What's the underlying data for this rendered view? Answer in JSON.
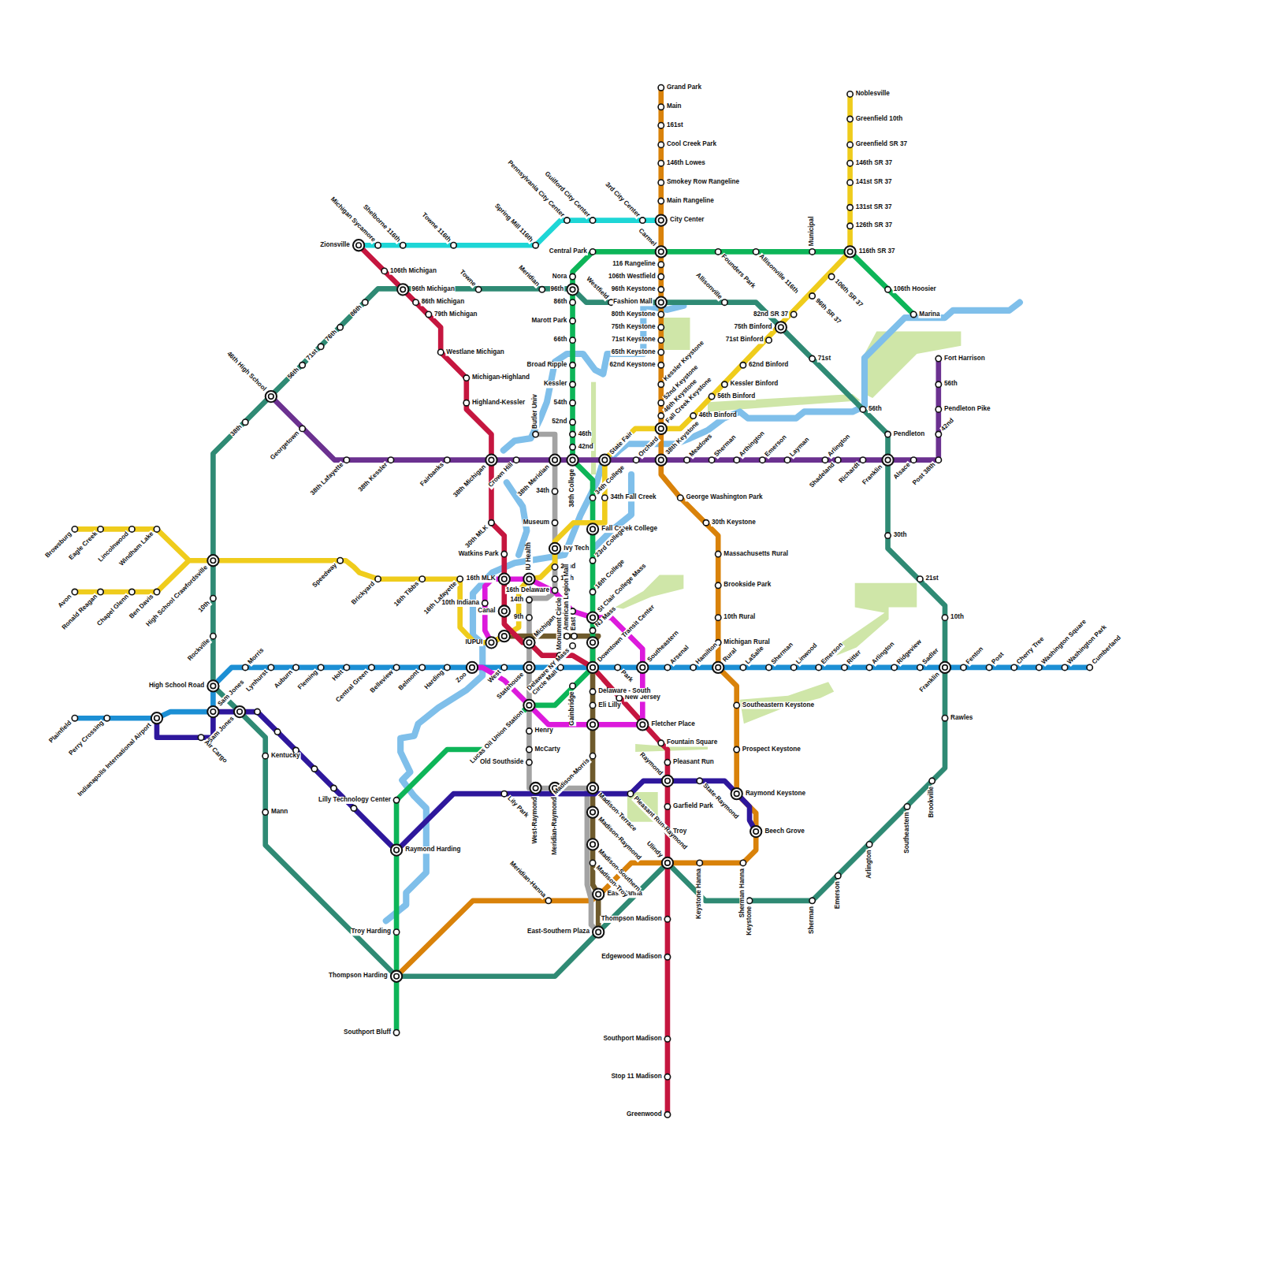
{
  "diagram": {
    "labels": [
      "Grand Park",
      "Main",
      "161st",
      "Cool Creek Park",
      "146th Lowes",
      "Smokey Row Rangeline",
      "Main Rangeline",
      "City Center",
      "Carmel",
      "116 Rangeline",
      "106th Westfield",
      "96th Keystone",
      "Fashion Mall",
      "80th Keystone",
      "75th Keystone",
      "71st Keystone",
      "65th Keystone",
      "62nd Keystone",
      "Kessler Keystone",
      "52nd Keystone",
      "46th Keystone",
      "Fall Creek Keystone",
      "38th Keystone",
      "George Washington Park",
      "30th Keystone",
      "Massachusetts Rural",
      "Brookside Park",
      "10th Rural",
      "Michigan Rural",
      "Rural",
      "Southeastern Keystone",
      "Prospect Keystone",
      "Raymond Keystone",
      "Beech Grove",
      "Sherman Hanna",
      "Keystone Hanna",
      "Ulindy",
      "East Hanna",
      "Meridian-Hanna",
      "Zionsville",
      "Michigan Sycamore",
      "Shelborne 116th",
      "Towne 116th",
      "Spring Mill 116th",
      "Pennsylvania City Center",
      "Guilford City Center",
      "3rd City Center",
      "Central Park",
      "Founders Park",
      "Allisonville 116th",
      "Municipal",
      "116th SR 37",
      "106th Hoosier",
      "Marina",
      "Nora",
      "96th",
      "86th",
      "Marott Park",
      "66th",
      "Broad Ripple",
      "Kessler",
      "54th",
      "52nd",
      "46th",
      "42nd",
      "38th College",
      "34th College",
      "Fall Creek College",
      "23rd College",
      "16th College",
      "St Clair College Mass",
      "NJ Mass",
      "Downtown Transit Center",
      "Lucas Oil Union Station",
      "Lilly Technology Center",
      "Raymond Harding",
      "Troy Harding",
      "Thompson Harding",
      "Southport Bluff",
      "Noblesville",
      "Greenfield 10th",
      "Greenfield SR 37",
      "146th SR 37",
      "141st SR 37",
      "131st SR 37",
      "126th SR 37",
      "106th SR 37",
      "96th SR 37",
      "82nd SR 37",
      "75th Binford",
      "71st Binford",
      "62nd Binford",
      "Kessler Binford",
      "56th Binford",
      "46th Binford",
      "State Fair",
      "34th Fall Creek",
      "Ivy Tech",
      "Browsburg",
      "Eagle Creek",
      "Lincolnwood",
      "Windham Lake",
      "Avon",
      "Ronald Reagan",
      "Chapel Glenn",
      "Ben Davis",
      "High School Crawfordsville",
      "Speedway",
      "Brickyard",
      "16th Tibbs",
      "16th Lafayette",
      "46th High School",
      "Georgetown",
      "38th Lafayette",
      "38th Kessler",
      "Fairbanks",
      "38th Michigan",
      "Crown Hill",
      "38th Meridian",
      "Orchard",
      "Meadows",
      "Sherman",
      "Arthington",
      "Emerson",
      "Layman",
      "Arlington",
      "Shadeland",
      "Richardt",
      "Franklin",
      "Alsace",
      "Post 38th",
      "Fort Harrison",
      "56th",
      "Pendleton Pike",
      "42nd",
      "Rockville",
      "10th",
      "38th",
      "56th",
      "71st",
      "76th",
      "86th",
      "96th Michigan",
      "Towne",
      "Meridian",
      "Westfield",
      "Allisonville",
      "71st",
      "56th",
      "Pendleton",
      "30th",
      "21st",
      "10th",
      "Franklin",
      "Rawles",
      "Brookville",
      "Southeastern",
      "Arlington",
      "Emerson",
      "Sherman",
      "Keystone",
      "East-Southern Plaza",
      "Mann",
      "Kentucky",
      "High School Road",
      "Plainfield",
      "Perry Crossing",
      "Indianapolis International Airport",
      "Sam Jones",
      "Sam Jones",
      "Morris",
      "Lynhurst",
      "Auburn",
      "Fleming",
      "Holt",
      "Central Green",
      "Belleview",
      "Belmont",
      "Harding",
      "Zoo",
      "West",
      "Statehouse",
      "Circle Mall",
      "Park",
      "Southeastern",
      "Arsenal",
      "Hamilton",
      "LaSalle",
      "Sherman",
      "Linwood",
      "Emerson",
      "Ritter",
      "Arlington",
      "Ridgeview",
      "Sadler",
      "Fenton",
      "Post",
      "Cherry Tree",
      "Washington Square",
      "Washington Park",
      "Cumberland",
      "106th Michigan",
      "86th Michigan",
      "79th Michigan",
      "Westlane Michigan",
      "Michigan-Highland",
      "Highland-Kessler",
      "30th MLK",
      "Watkins Park",
      "16th MLK",
      "Canal",
      "New Jersey",
      "Fletcher Place",
      "Fountain Square",
      "Pleasant Run",
      "Raymond",
      "Garfield Park",
      "Troy",
      "Thompson Madison",
      "Edgewood Madison",
      "Southport Madison",
      "Stop 11 Madison",
      "Greenwood",
      "Butler Univ",
      "34th",
      "Museum",
      "22nd",
      "18th",
      "16th Delaware",
      "IU Health",
      "14th",
      "9th",
      "Michigan",
      "Henry",
      "McCarty",
      "Old Southside",
      "West-Raymond",
      "Meridian-Raymond",
      "Monument Circle",
      "American Legion Mall",
      "East",
      "Delaware NY Mass",
      "Delaware - South",
      "Eli Lilly",
      "Gainbridge",
      "Madison-Morris",
      "Madison-Terrace",
      "Madison-Raymond",
      "Madison-Southern",
      "Madison-Troy",
      "10th Indiana",
      "IUPUI",
      "Air Cargo",
      "Lily Park",
      "Pleasant Run-Raymond",
      "State-Raymond"
    ]
  }
}
